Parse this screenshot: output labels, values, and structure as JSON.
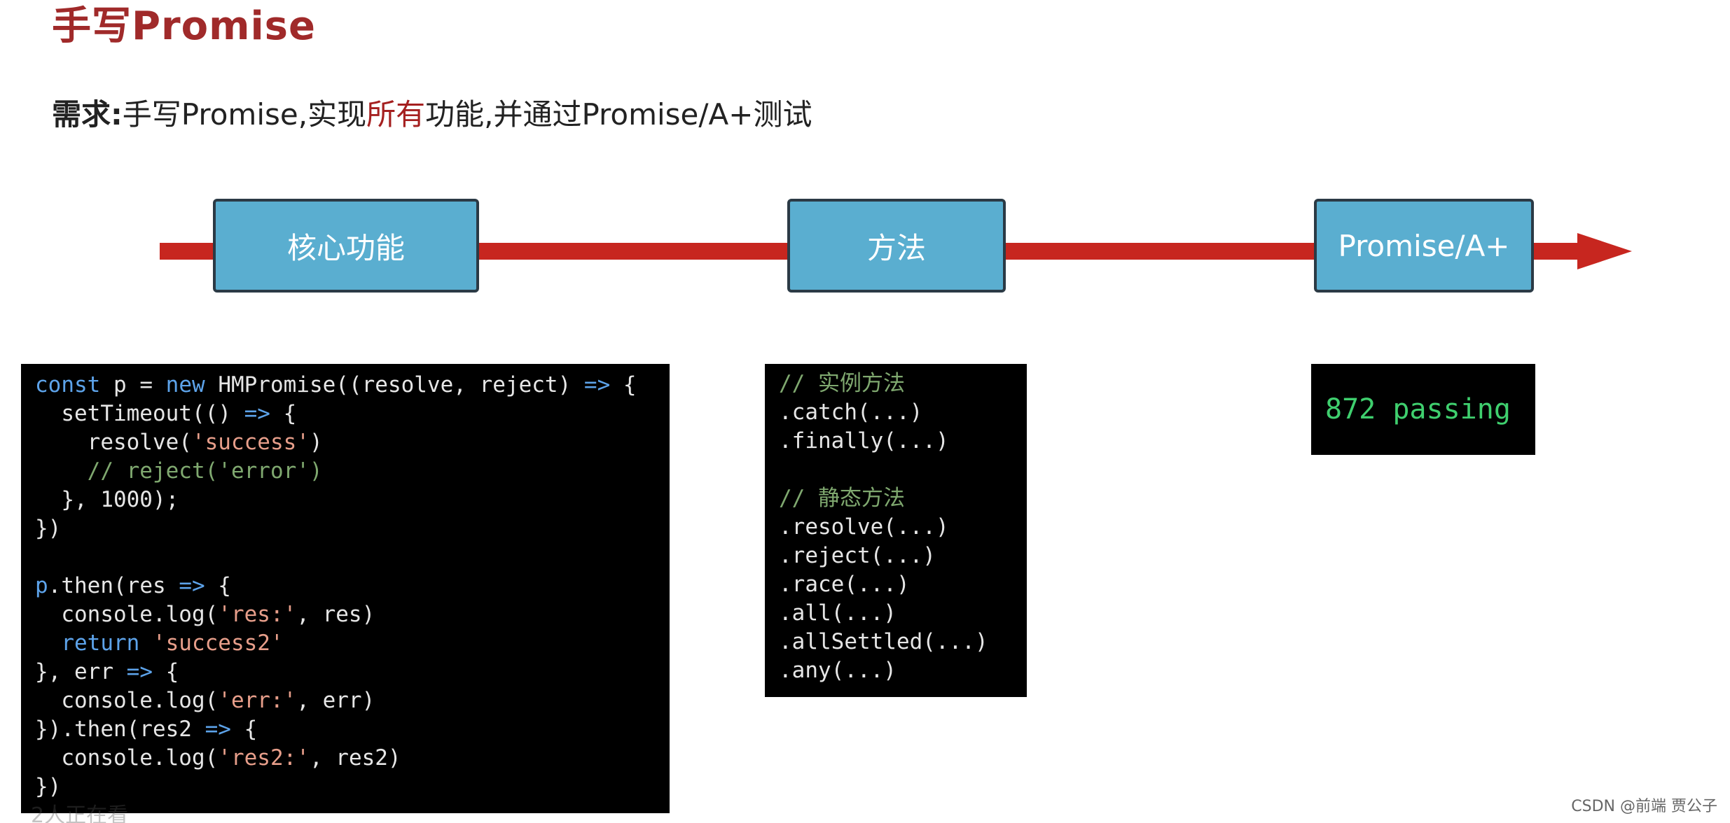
{
  "title": "手写Promise",
  "requirement": {
    "label": "需求:",
    "before": "手写Promise,实现",
    "highlight": "所有",
    "after": "功能,并通过Promise/A+测试"
  },
  "timeline": {
    "stages": [
      "核心功能",
      "方法",
      "Promise/A+"
    ],
    "colors": {
      "line": "#c7261f",
      "box_fill": "#5aaed0",
      "box_border": "#2b3a45"
    }
  },
  "core_code": [
    [
      {
        "t": "kw",
        "v": "const"
      },
      {
        "t": "plain",
        "v": " p = "
      },
      {
        "t": "kw",
        "v": "new"
      },
      {
        "t": "plain",
        "v": " HMPromise(("
      },
      {
        "t": "plain",
        "v": "resolve, reject"
      },
      {
        "t": "plain",
        "v": ") "
      },
      {
        "t": "kw",
        "v": "=>"
      },
      {
        "t": "plain",
        "v": " {"
      }
    ],
    [
      {
        "t": "plain",
        "v": "  setTimeout(() "
      },
      {
        "t": "kw",
        "v": "=>"
      },
      {
        "t": "plain",
        "v": " {"
      }
    ],
    [
      {
        "t": "plain",
        "v": "    resolve("
      },
      {
        "t": "str",
        "v": "'success'"
      },
      {
        "t": "plain",
        "v": ")"
      }
    ],
    [
      {
        "t": "cmt",
        "v": "    // reject('error')"
      }
    ],
    [
      {
        "t": "plain",
        "v": "  }, 1000);"
      }
    ],
    [
      {
        "t": "plain",
        "v": "})"
      }
    ],
    [
      {
        "t": "plain",
        "v": ""
      }
    ],
    [
      {
        "t": "kw",
        "v": "p"
      },
      {
        "t": "plain",
        "v": ".then(res "
      },
      {
        "t": "kw",
        "v": "=>"
      },
      {
        "t": "plain",
        "v": " {"
      }
    ],
    [
      {
        "t": "plain",
        "v": "  console.log("
      },
      {
        "t": "str",
        "v": "'res:'"
      },
      {
        "t": "plain",
        "v": ", res)"
      }
    ],
    [
      {
        "t": "plain",
        "v": "  "
      },
      {
        "t": "kw",
        "v": "return"
      },
      {
        "t": "plain",
        "v": " "
      },
      {
        "t": "str",
        "v": "'success2'"
      }
    ],
    [
      {
        "t": "plain",
        "v": "}, err "
      },
      {
        "t": "kw",
        "v": "=>"
      },
      {
        "t": "plain",
        "v": " {"
      }
    ],
    [
      {
        "t": "plain",
        "v": "  console.log("
      },
      {
        "t": "str",
        "v": "'err:'"
      },
      {
        "t": "plain",
        "v": ", err)"
      }
    ],
    [
      {
        "t": "plain",
        "v": "}).then(res2 "
      },
      {
        "t": "kw",
        "v": "=>"
      },
      {
        "t": "plain",
        "v": " {"
      }
    ],
    [
      {
        "t": "plain",
        "v": "  console.log("
      },
      {
        "t": "str",
        "v": "'res2:'"
      },
      {
        "t": "plain",
        "v": ", res2)"
      }
    ],
    [
      {
        "t": "plain",
        "v": "})"
      }
    ]
  ],
  "methods_code": [
    [
      {
        "t": "cmt",
        "v": "// 实例方法"
      }
    ],
    [
      {
        "t": "plain",
        "v": ".catch(...)"
      }
    ],
    [
      {
        "t": "plain",
        "v": ".finally(...)"
      }
    ],
    [
      {
        "t": "plain",
        "v": ""
      }
    ],
    [
      {
        "t": "cmt",
        "v": "// 静态方法"
      }
    ],
    [
      {
        "t": "plain",
        "v": ".resolve(...)"
      }
    ],
    [
      {
        "t": "plain",
        "v": ".reject(...)"
      }
    ],
    [
      {
        "t": "plain",
        "v": ".race(...)"
      }
    ],
    [
      {
        "t": "plain",
        "v": ".all(...)"
      }
    ],
    [
      {
        "t": "plain",
        "v": ".allSettled(...)"
      }
    ],
    [
      {
        "t": "plain",
        "v": ".any(...)"
      }
    ]
  ],
  "test_result": "872 passing",
  "overlay_text": "2人正在看",
  "watermark": "CSDN @前端 贾公子"
}
